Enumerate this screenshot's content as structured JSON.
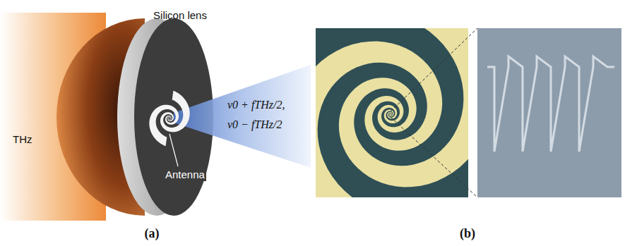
{
  "diagram": {
    "labels": [
      "Silicon lens",
      "THz",
      "Antenna",
      "ν0 + fTHz/2,",
      "ν0 − fTHz/2",
      "(a)",
      "(b)"
    ]
  }
}
